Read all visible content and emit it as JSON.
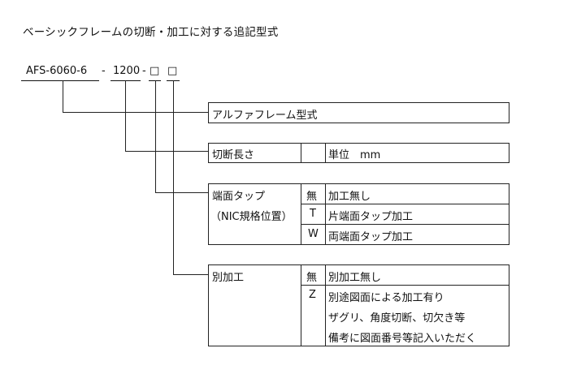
{
  "title": "ベーシックフレームの切断・加工に対する追記型式",
  "code": {
    "model": "AFS-6060-6",
    "sep1": "-",
    "length": "1200",
    "sep2": "-",
    "opt1": "□",
    "opt2": "□"
  },
  "boxes": {
    "model": {
      "label": "アルファフレーム型式"
    },
    "length": {
      "label": "切断長さ",
      "value": "単位　mm"
    },
    "tap": {
      "label": "端面タップ",
      "sublabel": "（NIC規格位置）",
      "rows": [
        {
          "code": "無",
          "desc": "加工無し"
        },
        {
          "code": "T",
          "desc": "片端面タップ加工"
        },
        {
          "code": "W",
          "desc": "両端面タップ加工"
        }
      ]
    },
    "extra": {
      "label": "別加工",
      "rows": [
        {
          "code": "無",
          "desc": "別加工無し"
        },
        {
          "code": "Z",
          "desc": "別途図面による加工有り"
        }
      ],
      "notes": [
        "ザグリ、角度切断、切欠き等",
        "備考に図面番号等記入いただく"
      ]
    }
  }
}
